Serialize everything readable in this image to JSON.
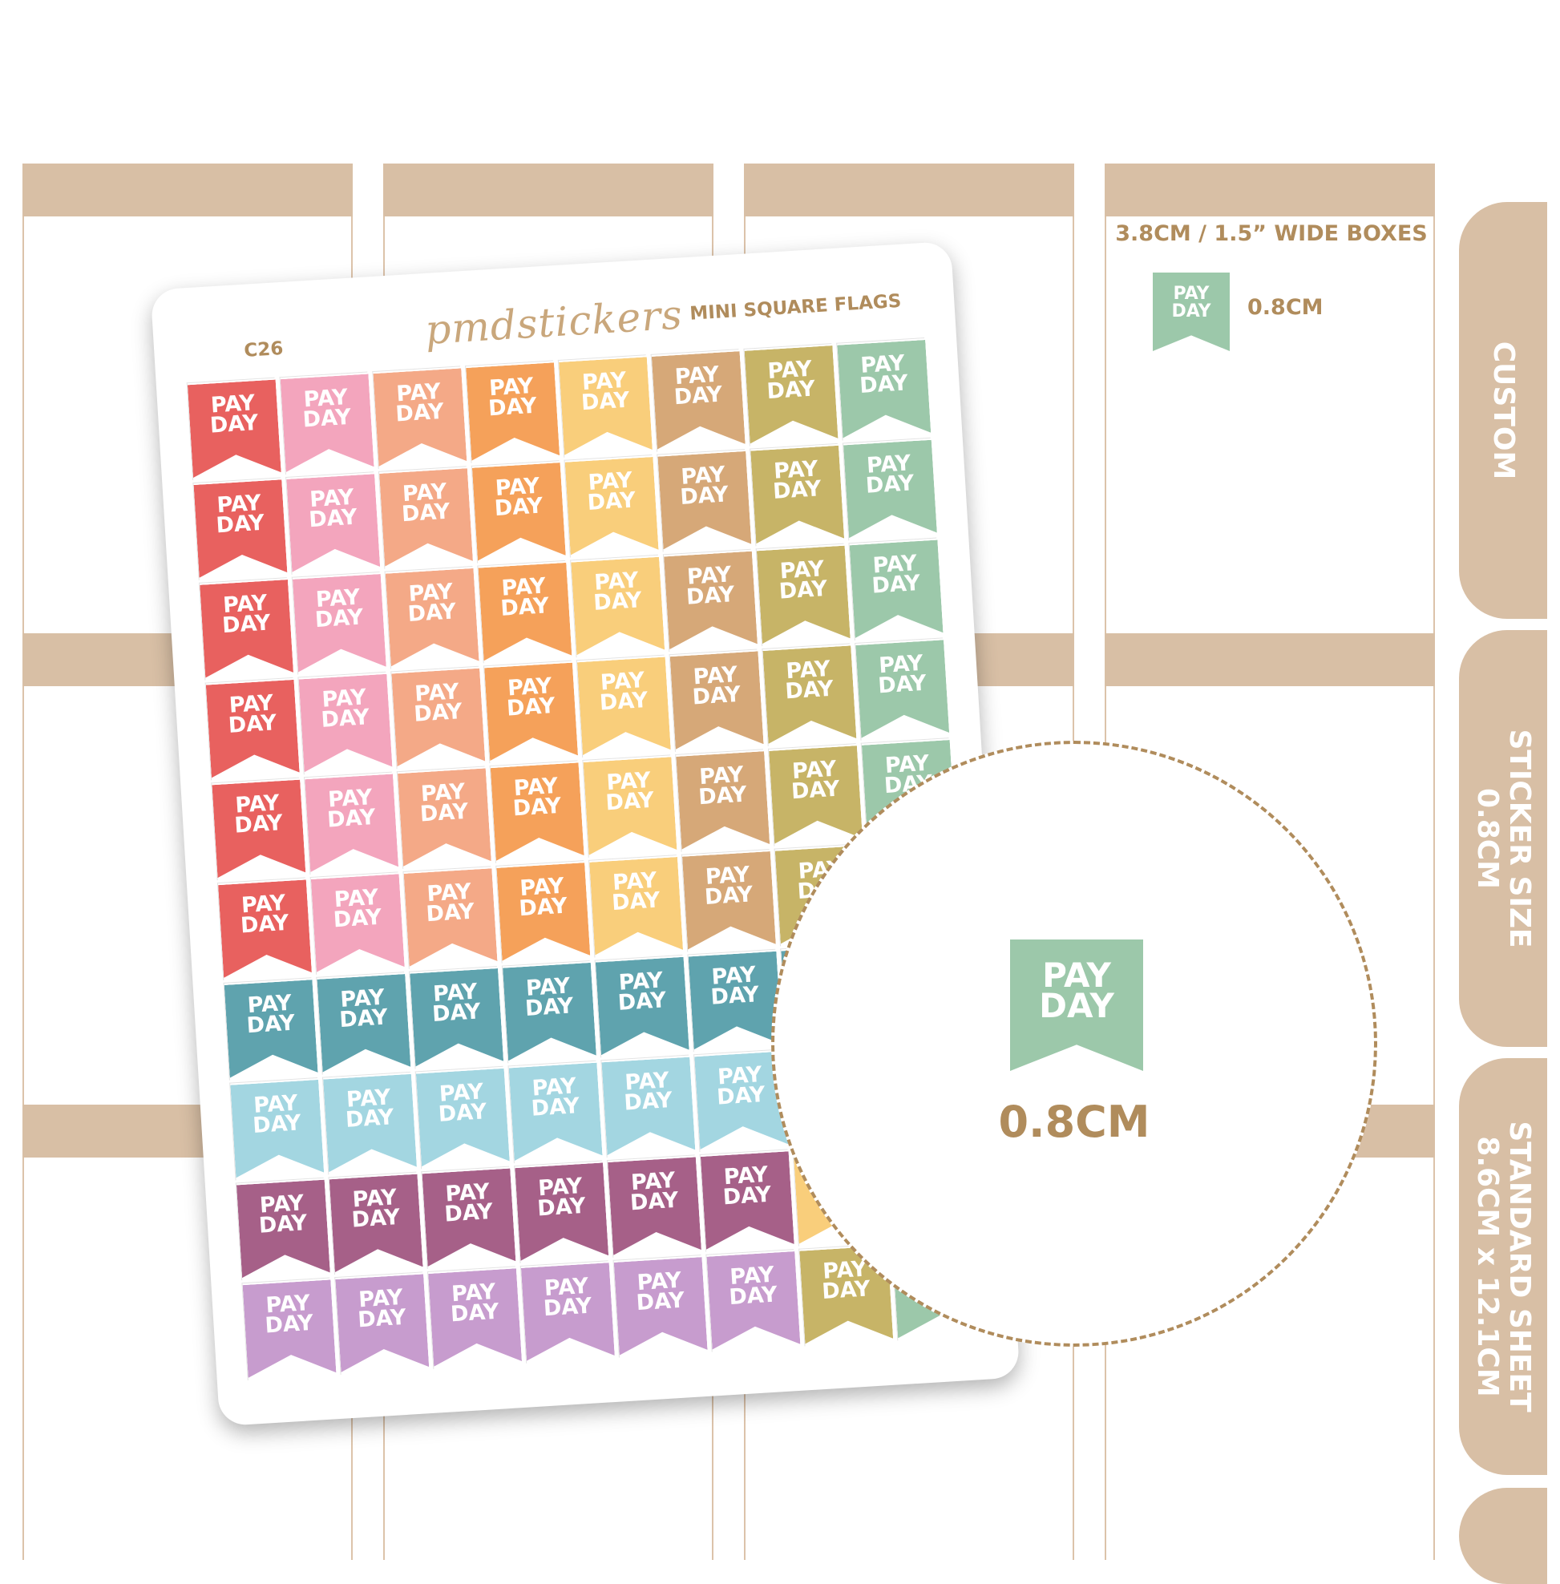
{
  "header": {
    "dimensions": "3.8CM / 1.5” WIDE BOXES",
    "sample_flag": {
      "line1": "PAY",
      "line2": "DAY"
    },
    "sample_size": "0.8CM"
  },
  "side_tabs": [
    {
      "lines": [
        "CUSTOM"
      ]
    },
    {
      "lines": [
        "STICKER SIZE",
        "0.8CM"
      ]
    },
    {
      "lines": [
        "STANDARD SHEET",
        "8.6CM x 12.1CM"
      ]
    }
  ],
  "sheet": {
    "code": "C26",
    "brand": "pmdstickers",
    "product": "MINI SQUARE FLAGS",
    "flag_line1": "PAY",
    "flag_line2": "DAY",
    "rows": [
      [
        "#e8615f",
        "#f3a5bd",
        "#f4a987",
        "#f5a15a",
        "#f9ce7b",
        "#d6a878",
        "#c7b467",
        "#9cc8aa"
      ],
      [
        "#e8615f",
        "#f3a5bd",
        "#f4a987",
        "#f5a15a",
        "#f9ce7b",
        "#d6a878",
        "#c7b467",
        "#9cc8aa"
      ],
      [
        "#e8615f",
        "#f3a5bd",
        "#f4a987",
        "#f5a15a",
        "#f9ce7b",
        "#d6a878",
        "#c7b467",
        "#9cc8aa"
      ],
      [
        "#e8615f",
        "#f3a5bd",
        "#f4a987",
        "#f5a15a",
        "#f9ce7b",
        "#d6a878",
        "#c7b467",
        "#9cc8aa"
      ],
      [
        "#e8615f",
        "#f3a5bd",
        "#f4a987",
        "#f5a15a",
        "#f9ce7b",
        "#d6a878",
        "#c7b467",
        "#9cc8aa"
      ],
      [
        "#e8615f",
        "#f3a5bd",
        "#f4a987",
        "#f5a15a",
        "#f9ce7b",
        "#d6a878",
        "#c7b467",
        "#9cc8aa"
      ],
      [
        "#5fa3ae",
        "#5fa3ae",
        "#5fa3ae",
        "#5fa3ae",
        "#5fa3ae",
        "#5fa3ae",
        "#5fa3ae",
        "#5fa3ae"
      ],
      [
        "#a3d6e1",
        "#a3d6e1",
        "#a3d6e1",
        "#a3d6e1",
        "#a3d6e1",
        "#a3d6e1",
        "#f4a987",
        "#f4a987"
      ],
      [
        "#a66088",
        "#a66088",
        "#a66088",
        "#a66088",
        "#a66088",
        "#a66088",
        "#f9ce7b",
        "#f9ce7b"
      ],
      [
        "#c79cce",
        "#c79cce",
        "#c79cce",
        "#c79cce",
        "#c79cce",
        "#c79cce",
        "#c7b467",
        "#9cc8aa"
      ]
    ]
  },
  "magnifier": {
    "flag": {
      "line1": "PAY",
      "line2": "DAY"
    },
    "size": "0.8CM"
  },
  "colors": {
    "tan": "#d8bfa5",
    "brown_text": "#b08c5c",
    "sage": "#9cc8aa"
  }
}
